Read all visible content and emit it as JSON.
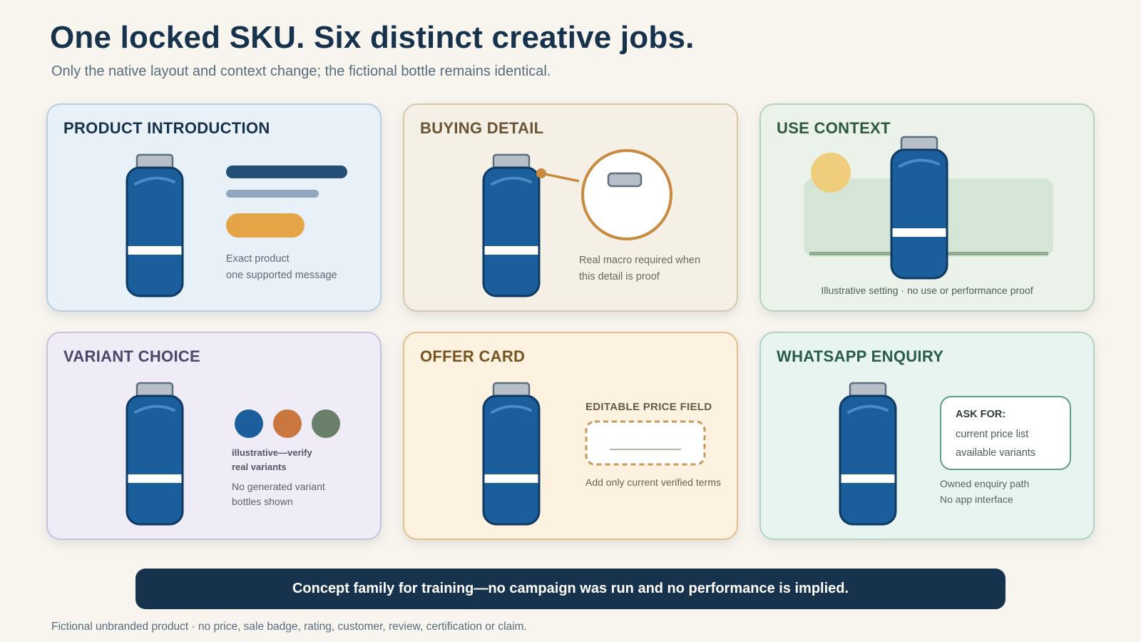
{
  "header": {
    "title": "One locked SKU. Six distinct creative jobs.",
    "subtitle": "Only the native layout and context change; the fictional bottle remains identical."
  },
  "colors": {
    "bottle_body": "#1b5e9c",
    "bottle_outline": "#0f3a63",
    "bottle_cap": "#b7c0c9",
    "accent_orange": "#e5a445",
    "banner": "#17324d"
  },
  "cards": {
    "intro": {
      "title": "PRODUCT INTRODUCTION",
      "note_line1": "Exact product",
      "note_line2": "one supported message"
    },
    "buying": {
      "title": "BUYING DETAIL",
      "note_line1": "Real macro required when",
      "note_line2": "this detail is proof"
    },
    "context": {
      "title": "USE CONTEXT",
      "caption": "Illustrative setting · no use or performance proof"
    },
    "variant": {
      "title": "VARIANT CHOICE",
      "swatch_colors": [
        "#1b5e9c",
        "#c9763f",
        "#697f6a"
      ],
      "warn_line1": "illustrative—verify",
      "warn_line2": "real variants",
      "note_line1": "No generated variant",
      "note_line2": "bottles shown"
    },
    "offer": {
      "title": "OFFER CARD",
      "field_label": "EDITABLE PRICE FIELD",
      "note": "Add only current verified terms"
    },
    "whatsapp": {
      "title": "WHATSAPP ENQUIRY",
      "ask_label": "ASK FOR:",
      "ask_item1": "current price list",
      "ask_item2": "available variants",
      "note_line1": "Owned enquiry path",
      "note_line2": "No app interface"
    }
  },
  "banner": {
    "text": "Concept family for training—no campaign was run and no performance is implied."
  },
  "footnote": "Fictional unbranded product · no price, sale badge, rating, customer, review, certification or claim."
}
